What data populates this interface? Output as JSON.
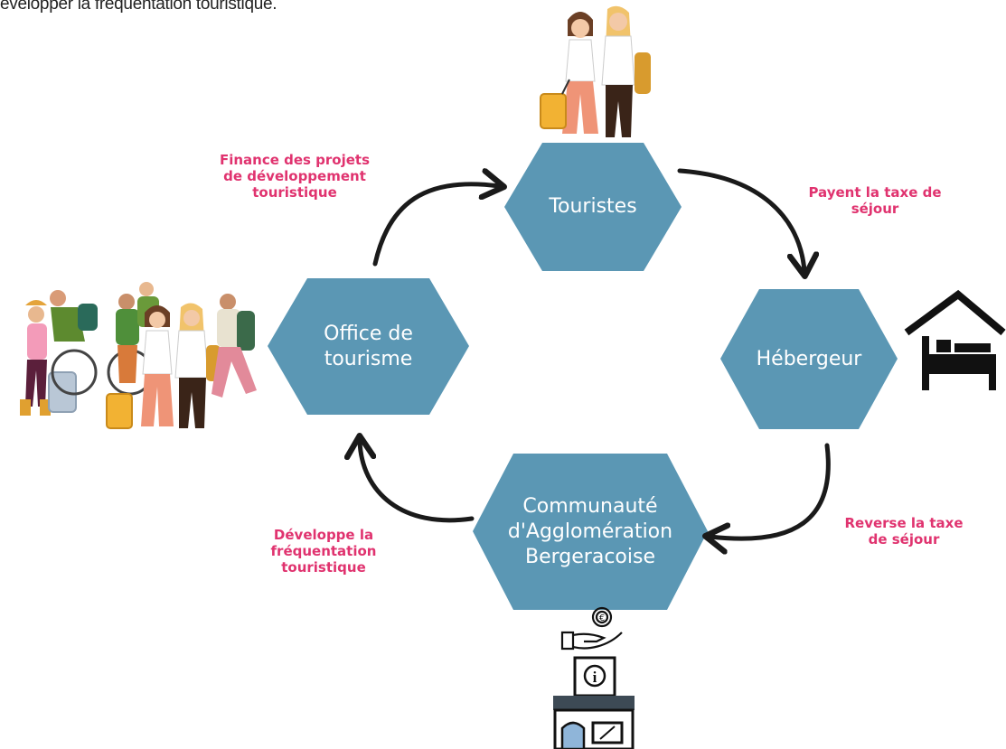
{
  "intro_text": "évelopper la fréquentation touristique.",
  "colors": {
    "hexagon": "#5b97b4",
    "hex_text": "#ffffff",
    "flow_label": "#e0336f",
    "arrow": "#1a1a1a"
  },
  "nodes": {
    "touristes": "Touristes",
    "hebergeur": "Hébergeur",
    "communaute": "Communauté\nd'Agglomération\nBergeracoise",
    "office": "Office de\ntourisme"
  },
  "flows": {
    "touristes_to_hebergeur": "Payent la taxe de\nséjour",
    "hebergeur_to_communaute": "Reverse la taxe\nde séjour",
    "communaute_to_office": "Développe la\nfréquentation\ntouristique",
    "office_to_touristes": "Finance des projets\nde développement\ntouristique"
  },
  "icons": {
    "hotel": "hotel-bed-icon",
    "payment": "hand-coin-icon",
    "tourist_office": "tourist-office-building-icon",
    "tourists_pair": "tourists-illustration",
    "tourists_group": "tourist-group-illustration"
  }
}
